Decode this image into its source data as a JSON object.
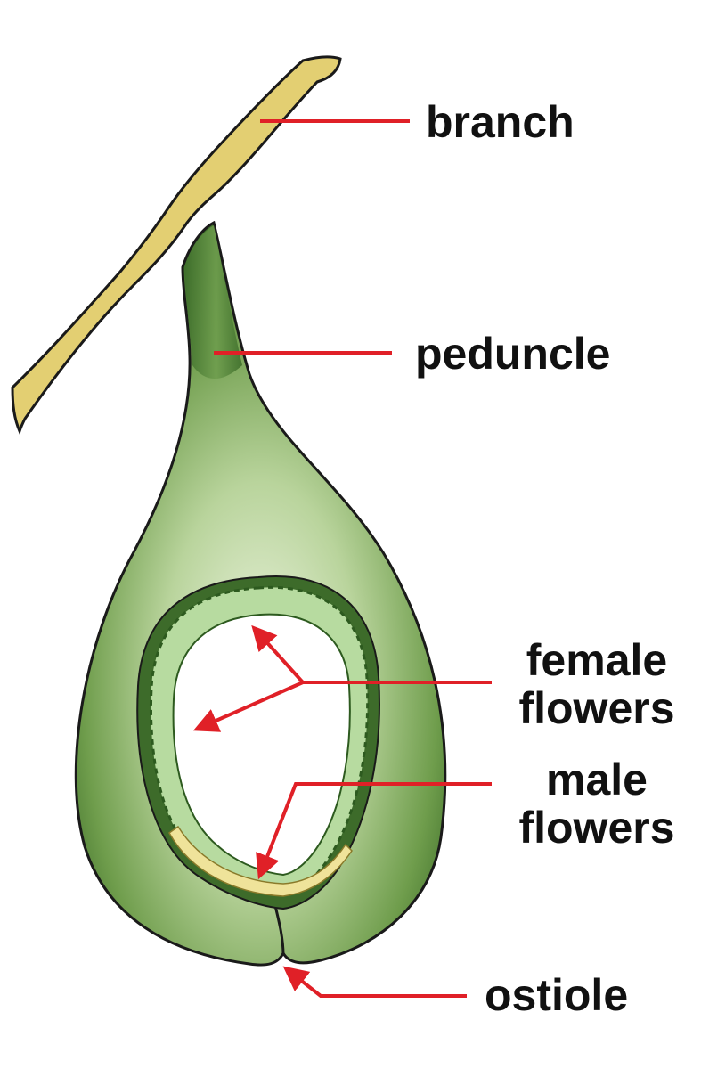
{
  "labels": {
    "branch": "branch",
    "peduncle": "peduncle",
    "female_line1": "female",
    "female_line2": "flowers",
    "male_line1": "male",
    "male_line2": "flowers",
    "ostiole": "ostiole"
  },
  "colors": {
    "branch_fill": "#e3cf72",
    "fig_outer": "#5f8f3c",
    "fig_inner": "#d8e8c0",
    "flower_ring": "#3d6b2a",
    "male_flowers": "#efe39a",
    "leader_lines": "#e02027",
    "outline": "#1a1a1a"
  }
}
